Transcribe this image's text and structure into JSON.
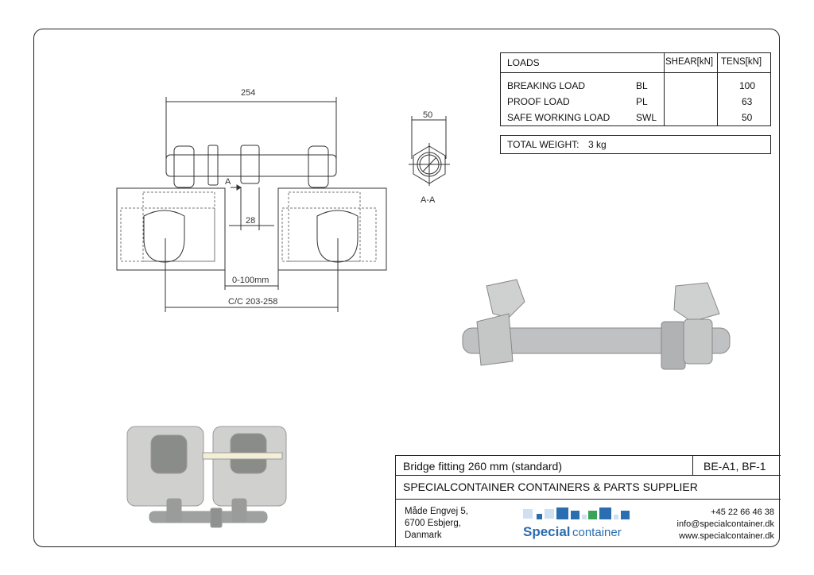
{
  "drawing": {
    "dim_length": "254",
    "dim_nut": "28",
    "dim_gap": "0-100mm",
    "dim_cc": "C/C 203-258",
    "section_marker": "A",
    "section_dim": "50",
    "section_label": "A-A"
  },
  "loads_table": {
    "headers": [
      "LOADS",
      "SHEAR[kN]",
      "TENS[kN]"
    ],
    "rows": [
      {
        "name": "BREAKING LOAD",
        "abbr": "BL",
        "shear": "",
        "tens": "100"
      },
      {
        "name": "PROOF LOAD",
        "abbr": "PL",
        "shear": "",
        "tens": "63"
      },
      {
        "name": "SAFE WORKING LOAD",
        "abbr": "SWL",
        "shear": "",
        "tens": "50"
      }
    ],
    "weight_label": "TOTAL WEIGHT:",
    "weight_value": "3 kg"
  },
  "title_block": {
    "title": "Bridge fitting 260 mm (standard)",
    "code": "BE-A1, BF-1",
    "company": "SPECIALCONTAINER CONTAINERS & PARTS SUPPLIER",
    "address": [
      "Måde Engvej 5,",
      "6700 Esbjerg,",
      "Danmark"
    ],
    "phone": "+45 22 66 46 38",
    "email": "info@specialcontainer.dk",
    "website": "www.specialcontainer.dk",
    "logo_bold": "Special",
    "logo_light": "container",
    "brand_blue": "#2a6db0",
    "brand_green": "#3aa35a"
  }
}
